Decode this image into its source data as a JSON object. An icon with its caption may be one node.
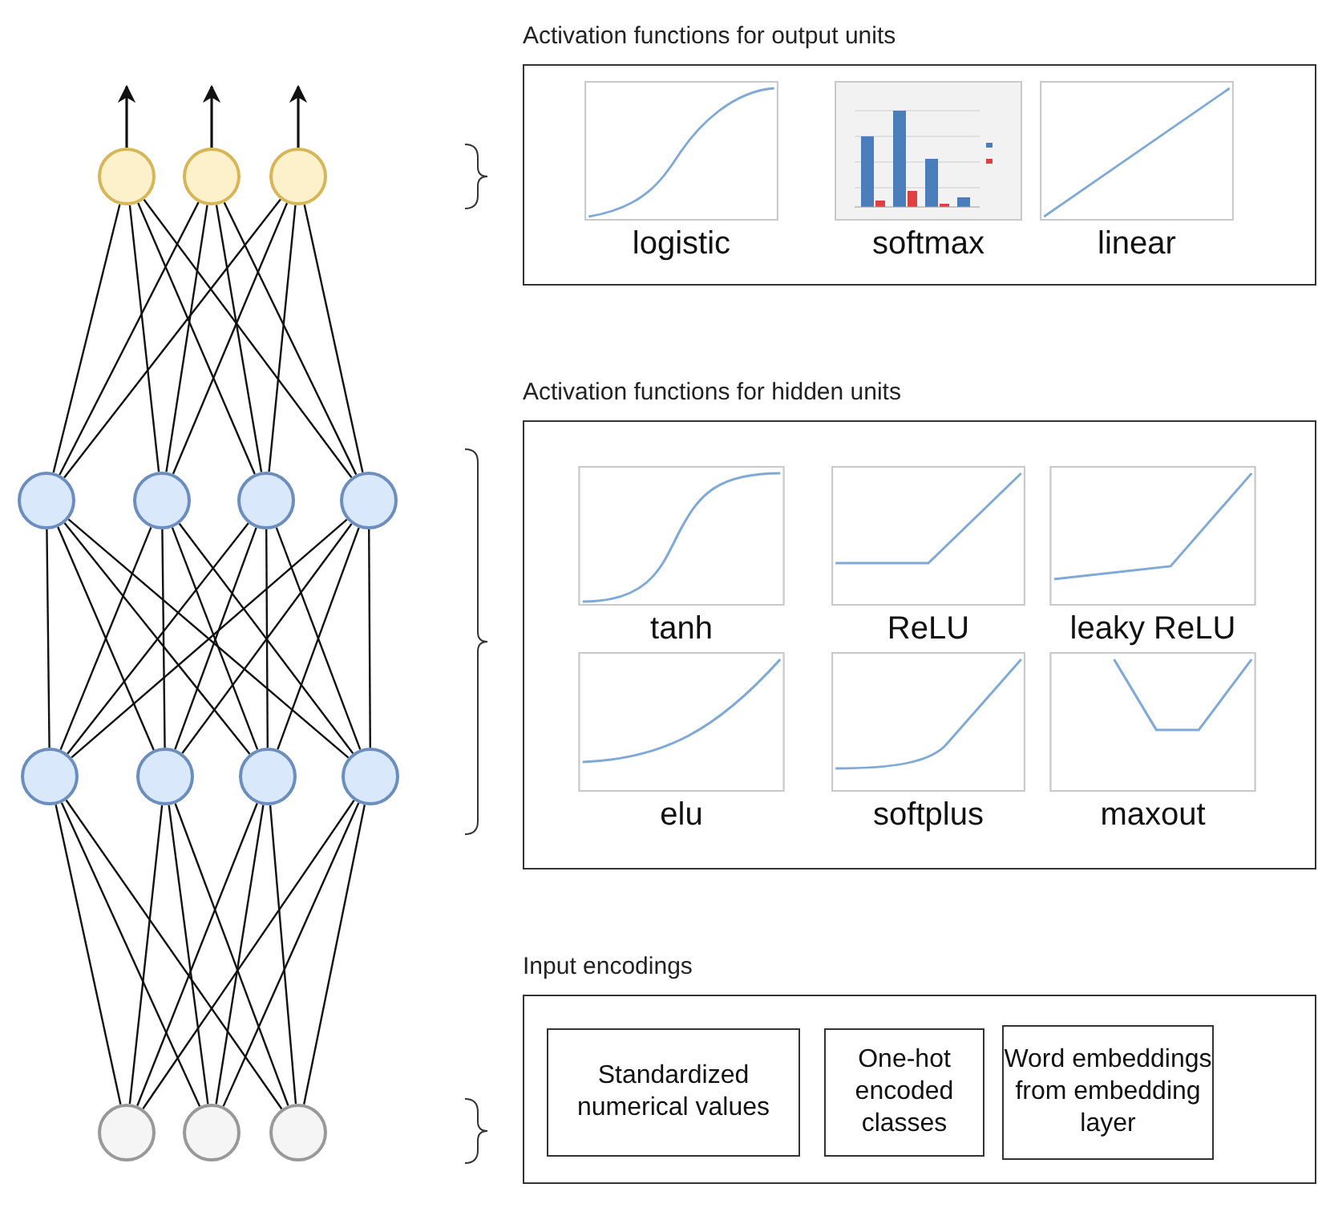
{
  "diagram": {
    "nodes": [
      {
        "text": [],
        "shape": "circle"
      },
      {
        "text": [],
        "shape": "circle"
      },
      {
        "text": [],
        "shape": "circle"
      },
      {
        "text": [],
        "shape": "circle"
      },
      {
        "text": [],
        "shape": "circle"
      },
      {
        "text": [],
        "shape": "circle"
      },
      {
        "text": [],
        "shape": "circle"
      },
      {
        "text": [],
        "shape": "circle"
      },
      {
        "text": [],
        "shape": "circle"
      },
      {
        "text": [],
        "shape": "circle"
      },
      {
        "text": [],
        "shape": "circle"
      },
      {
        "text": [],
        "shape": "circle"
      },
      {
        "text": [],
        "shape": "circle"
      },
      {
        "text": [],
        "shape": "circle"
      },
      {
        "text": [
          "Activation functions for output units"
        ]
      },
      {
        "text": [
          "logistic"
        ],
        "in": 14
      },
      {
        "text": [
          "softmax"
        ],
        "in": 14
      },
      {
        "text": [
          "linear"
        ],
        "in": 14
      },
      {
        "text": [
          "Activation functions for hidden units"
        ]
      },
      {
        "text": [
          "tanh"
        ],
        "in": 18
      },
      {
        "text": [
          "ReLU"
        ],
        "in": 18
      },
      {
        "text": [
          "leaky ReLU"
        ],
        "in": 18
      },
      {
        "text": [
          "elu"
        ],
        "in": 18
      },
      {
        "text": [
          "softplus"
        ],
        "in": 18
      },
      {
        "text": [
          "maxout"
        ],
        "in": 18
      },
      {
        "text": [
          "Input encodings"
        ]
      },
      {
        "text": [
          "Standardized numerical values"
        ],
        "in": 25
      },
      {
        "text": [
          "One-hot encoded classes"
        ],
        "in": 25
      },
      {
        "text": [
          "Word embeddings from embedding layer"
        ],
        "in": 25
      }
    ],
    "edges": [
      {
        "from": 0,
        "to": null,
        "arrow": "to"
      },
      {
        "from": 1,
        "to": null,
        "arrow": "to"
      },
      {
        "from": 2,
        "to": null,
        "arrow": "to"
      },
      {
        "from": 3,
        "to": 0,
        "arrow": "none"
      },
      {
        "from": 4,
        "to": 0,
        "arrow": "none"
      },
      {
        "from": 5,
        "to": 0,
        "arrow": "none"
      },
      {
        "from": 6,
        "to": 0,
        "arrow": "none"
      },
      {
        "from": 3,
        "to": 1,
        "arrow": "none"
      },
      {
        "from": 4,
        "to": 1,
        "arrow": "none"
      },
      {
        "from": 5,
        "to": 1,
        "arrow": "none"
      },
      {
        "from": 6,
        "to": 1,
        "arrow": "none"
      },
      {
        "from": 3,
        "to": 2,
        "arrow": "none"
      },
      {
        "from": 4,
        "to": 2,
        "arrow": "none"
      },
      {
        "from": 5,
        "to": 2,
        "arrow": "none"
      },
      {
        "from": 6,
        "to": 2,
        "arrow": "none"
      },
      {
        "from": 7,
        "to": 3,
        "arrow": "none"
      },
      {
        "from": 8,
        "to": 3,
        "arrow": "none"
      },
      {
        "from": 9,
        "to": 3,
        "arrow": "none"
      },
      {
        "from": 10,
        "to": 3,
        "arrow": "none"
      },
      {
        "from": 7,
        "to": 4,
        "arrow": "none"
      },
      {
        "from": 8,
        "to": 4,
        "arrow": "none"
      },
      {
        "from": 9,
        "to": 4,
        "arrow": "none"
      },
      {
        "from": 10,
        "to": 4,
        "arrow": "none"
      },
      {
        "from": 7,
        "to": 5,
        "arrow": "none"
      },
      {
        "from": 8,
        "to": 5,
        "arrow": "none"
      },
      {
        "from": 9,
        "to": 5,
        "arrow": "none"
      },
      {
        "from": 10,
        "to": 5,
        "arrow": "none"
      },
      {
        "from": 7,
        "to": 6,
        "arrow": "none"
      },
      {
        "from": 8,
        "to": 6,
        "arrow": "none"
      },
      {
        "from": 9,
        "to": 6,
        "arrow": "none"
      },
      {
        "from": 10,
        "to": 6,
        "arrow": "none"
      },
      {
        "from": 11,
        "to": 7,
        "arrow": "none"
      },
      {
        "from": 12,
        "to": 7,
        "arrow": "none"
      },
      {
        "from": 13,
        "to": 7,
        "arrow": "none"
      },
      {
        "from": 11,
        "to": 8,
        "arrow": "none"
      },
      {
        "from": 12,
        "to": 8,
        "arrow": "none"
      },
      {
        "from": 13,
        "to": 8,
        "arrow": "none"
      },
      {
        "from": 11,
        "to": 9,
        "arrow": "none"
      },
      {
        "from": 12,
        "to": 9,
        "arrow": "none"
      },
      {
        "from": 13,
        "to": 9,
        "arrow": "none"
      },
      {
        "from": 11,
        "to": 10,
        "arrow": "none"
      },
      {
        "from": 12,
        "to": 10,
        "arrow": "none"
      },
      {
        "from": 13,
        "to": 10,
        "arrow": "none"
      }
    ]
  }
}
